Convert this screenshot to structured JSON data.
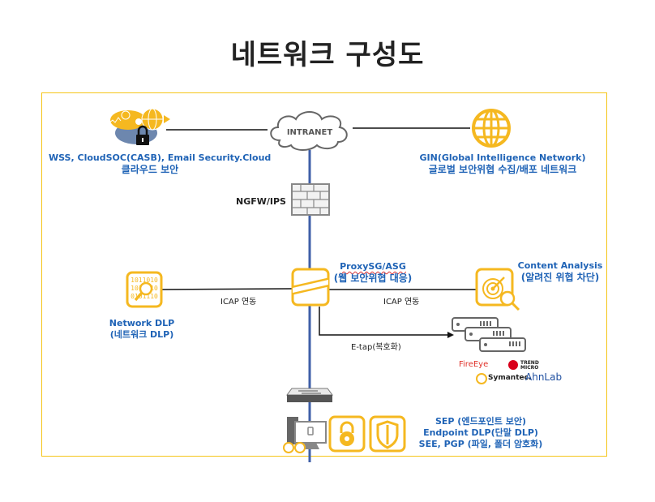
{
  "title": "네트워크 구성도",
  "nodes": {
    "cloud_security": {
      "line1": "WSS, CloudSOC(CASB), Email Security.Cloud",
      "line2": "클라우드 보안"
    },
    "intranet": {
      "label": "INTRANET"
    },
    "gin": {
      "line1": "GIN(Global Intelligence Network)",
      "line2": "글로벌 보안위협 수집/배포 네트워크"
    },
    "ngfw": {
      "label": "NGFW/IPS"
    },
    "network_dlp": {
      "line1": "Network DLP",
      "line2": "(네트워크 DLP)"
    },
    "proxysg": {
      "line1": "ProxySG/ASG",
      "line2": "(웹 보안위협 대응)"
    },
    "content_analysis": {
      "line1": "Content Analysis",
      "line2": "(알려진 위협 차단)"
    },
    "endpoint": {
      "line1": "SEP (엔드포인트 보안)",
      "line2": "Endpoint DLP(단말 DLP)",
      "line3": "SEE, PGP (파일, 폴더 암호화)"
    }
  },
  "links": {
    "icap_left": "ICAP 연동",
    "icap_right": "ICAP 연동",
    "etap": "E-tap(복호화)"
  },
  "vendors": [
    "FireEye",
    "TREND MICRO",
    "Symantec.",
    "AhnLab"
  ],
  "colors": {
    "accent": "#f5b820",
    "label_blue": "#1f63b6",
    "trunk_blue": "#3f5fa8",
    "frame": "#f5c518"
  }
}
